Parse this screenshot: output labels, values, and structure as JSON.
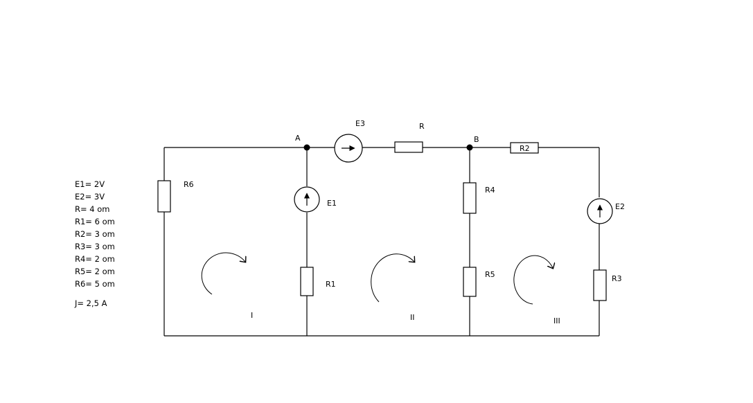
{
  "nodes": {
    "a": "A",
    "b": "B"
  },
  "components": {
    "r6": "R6",
    "e1": "E1",
    "r1": "R1",
    "e3": "E3",
    "r": "R",
    "r4": "R4",
    "r5": "R5",
    "r2": "R2",
    "e2": "E2",
    "r3": "R3"
  },
  "loops": {
    "i": "I",
    "ii": "II",
    "iii": "III"
  },
  "parameters": {
    "e1": "E1= 2V",
    "e2": "E2= 3V",
    "r": "R= 4 om",
    "r1": "R1= 6 om",
    "r2": "R2= 3 om",
    "r3": "R3= 3 om",
    "r4": "R4= 2 om",
    "r5": "R5= 2 om",
    "r6": "R6= 5 om",
    "j": "J= 2,5 A"
  }
}
